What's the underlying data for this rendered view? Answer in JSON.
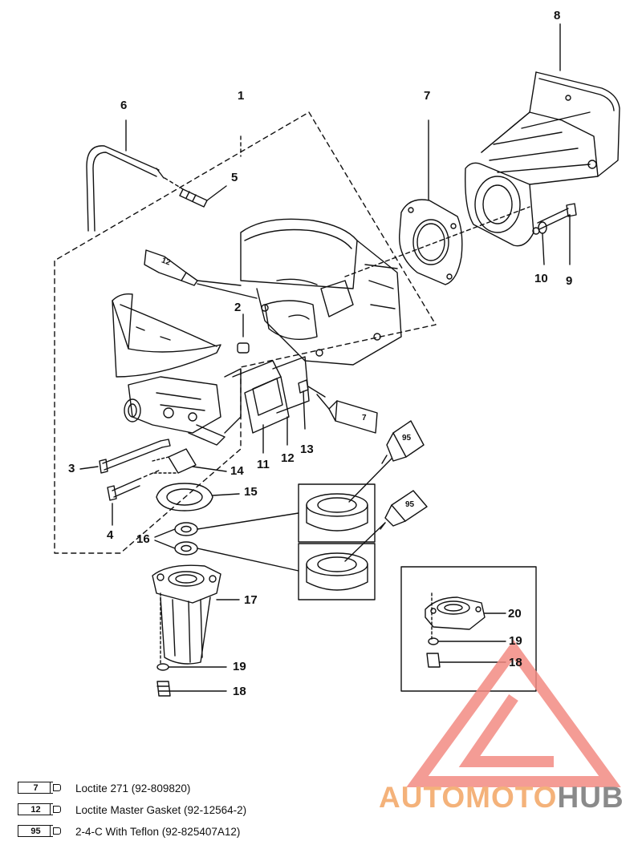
{
  "diagram": {
    "callouts": {
      "p1": "1",
      "p2": "2",
      "p3": "3",
      "p4": "4",
      "p5": "5",
      "p6": "6",
      "p7": "7",
      "p8": "8",
      "p9": "9",
      "p10": "10",
      "p11": "11",
      "p12": "12",
      "p13": "13",
      "p14": "14",
      "p15": "15",
      "p16": "16",
      "p17": "17",
      "p18": "18",
      "p19": "19",
      "p18b": "18",
      "p19b": "19",
      "p20": "20"
    },
    "tube_labels": {
      "t12": "12",
      "t7": "7",
      "t95a": "95",
      "t95b": "95"
    }
  },
  "legend": [
    {
      "num": "7",
      "text": "Loctite 271 (92-809820)"
    },
    {
      "num": "12",
      "text": "Loctite Master Gasket (92-12564-2)"
    },
    {
      "num": "95",
      "text": "2-4-C  With Teflon (92-825407A12)"
    }
  ],
  "watermark": {
    "part1": "AUTOMOTO",
    "part2": "HUB"
  },
  "colors": {
    "watermark_red": "#f28b82",
    "watermark_orange": "#f4b27a",
    "watermark_gray": "#8a8a8a",
    "line": "#111111"
  }
}
